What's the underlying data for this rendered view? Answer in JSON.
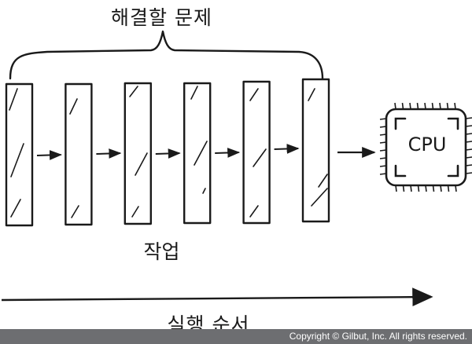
{
  "diagram": {
    "title": "해결할 문제",
    "tasks_label": "작업",
    "task_count": 6,
    "execution_label": "실행 순서",
    "processor_label": "CPU"
  },
  "icons": {
    "processor": "cpu-chip-icon",
    "flow": "arrow-right-icon"
  },
  "colors": {
    "ink": "#1a1a1a",
    "background": "#ffffff",
    "footer_bar": "#6d6e71",
    "footer_text": "#ffffff"
  },
  "footer": {
    "copyright": "Copyright © Gilbut, Inc. All rights reserved."
  }
}
